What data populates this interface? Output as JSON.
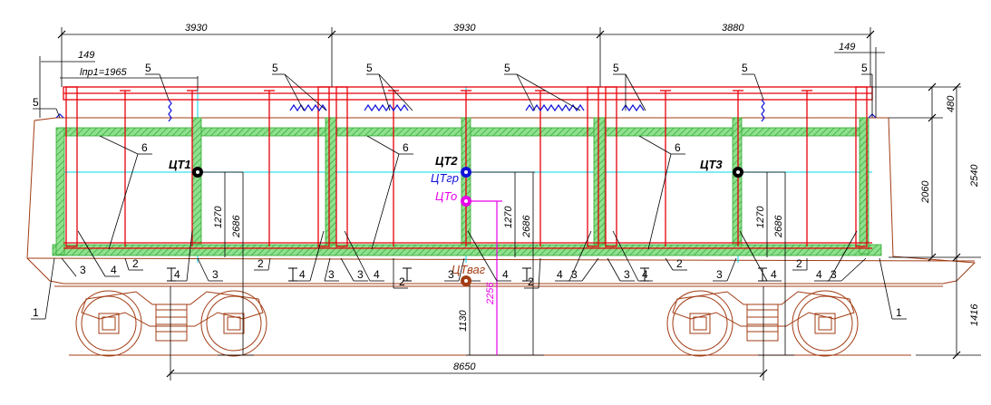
{
  "dimensions": {
    "top_spans": [
      "3930",
      "3930",
      "3880"
    ],
    "left_offset": "149",
    "right_offset": "149",
    "lpr": "lпр1=1965",
    "right_480": "480",
    "right_2540": "2540",
    "right_2060": "2060",
    "right_1416": "1416",
    "v1270_a": "1270",
    "v2686_a": "2686",
    "v1270_b": "1270",
    "v2686_b": "2686",
    "v1270_c": "1270",
    "v2686_c": "2686",
    "v2256": "2256",
    "v1130": "1130",
    "base_8650": "8650"
  },
  "centers": {
    "ct1": "ЦТ1",
    "ct2": "ЦТ2",
    "ct3": "ЦТ3",
    "ctgr": "ЦТгр",
    "cto": "ЦТо",
    "ctvag": "ЦТваг"
  },
  "callouts": {
    "c1": "1",
    "c2": "2",
    "c3": "3",
    "c4": "4",
    "c5": "5",
    "c6": "6"
  },
  "colors": {
    "red": "#e8000b",
    "green": "#3cc43c",
    "blue": "#1212d8",
    "magenta": "#e800e8",
    "cyan": "#00d8e8",
    "brown": "#a23c14"
  }
}
